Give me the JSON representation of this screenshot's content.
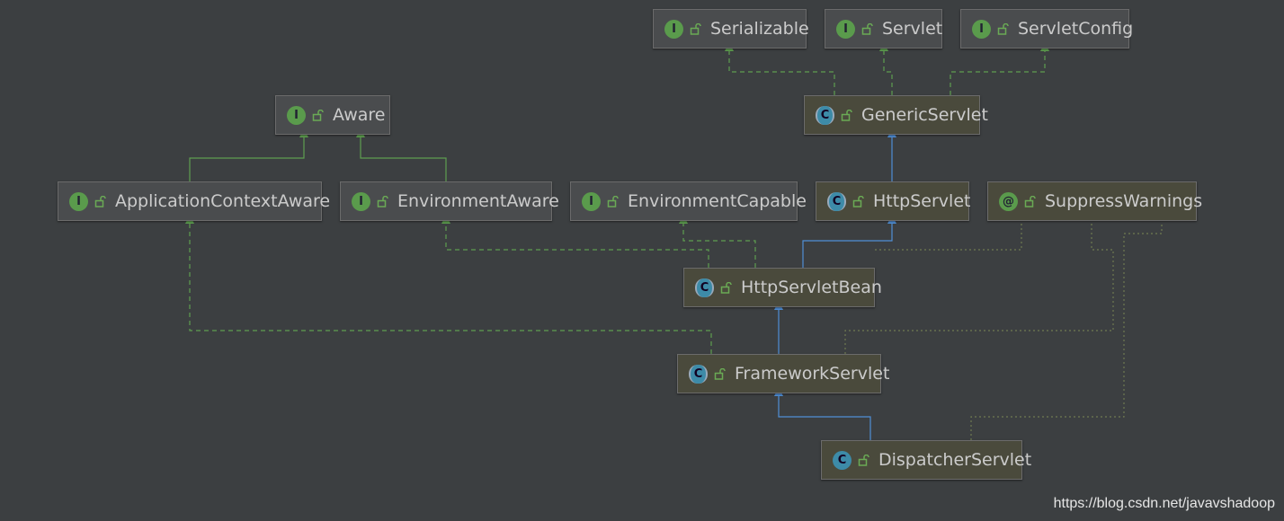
{
  "nodes": {
    "serializable": {
      "label": "Serializable",
      "badge": "I"
    },
    "servlet": {
      "label": "Servlet",
      "badge": "I"
    },
    "servlet_config": {
      "label": "ServletConfig",
      "badge": "I"
    },
    "aware": {
      "label": "Aware",
      "badge": "I"
    },
    "generic_servlet": {
      "label": "GenericServlet",
      "badge": "C"
    },
    "application_context_aware": {
      "label": "ApplicationContextAware",
      "badge": "I"
    },
    "environment_aware": {
      "label": "EnvironmentAware",
      "badge": "I"
    },
    "environment_capable": {
      "label": "EnvironmentCapable",
      "badge": "I"
    },
    "http_servlet": {
      "label": "HttpServlet",
      "badge": "C"
    },
    "suppress_warnings": {
      "label": "SuppressWarnings",
      "badge": "@"
    },
    "http_servlet_bean": {
      "label": "HttpServletBean",
      "badge": "C"
    },
    "framework_servlet": {
      "label": "FrameworkServlet",
      "badge": "C"
    },
    "dispatcher_servlet": {
      "label": "DispatcherServlet",
      "badge": "C"
    }
  },
  "colors": {
    "background": "#3c3f41",
    "implements_edge": "#5e9e4f",
    "extends_edge": "#4f8fd6",
    "annotation_edge": "#6f7a52"
  },
  "watermark": "https://blog.csdn.net/javavshadoop"
}
